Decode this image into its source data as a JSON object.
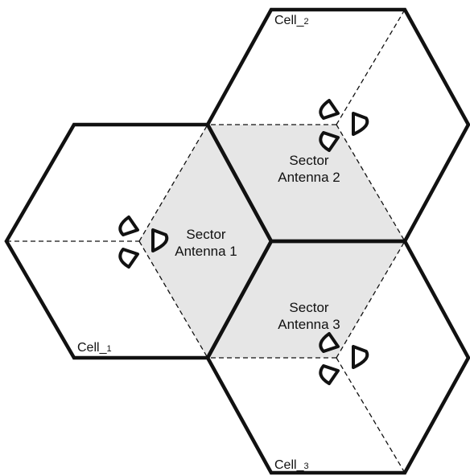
{
  "cells": [
    {
      "name": "Cell_",
      "sub": "1"
    },
    {
      "name": "Cell_",
      "sub": "2"
    },
    {
      "name": "Cell_",
      "sub": "3"
    }
  ],
  "sectors": [
    {
      "line1": "Sector",
      "line2": "Antenna 1"
    },
    {
      "line1": "Sector",
      "line2": "Antenna 2"
    },
    {
      "line1": "Sector",
      "line2": "Antenna 3"
    }
  ],
  "colors": {
    "outline": "#111111",
    "shade": "#e6e6e6",
    "background": "#ffffff"
  }
}
